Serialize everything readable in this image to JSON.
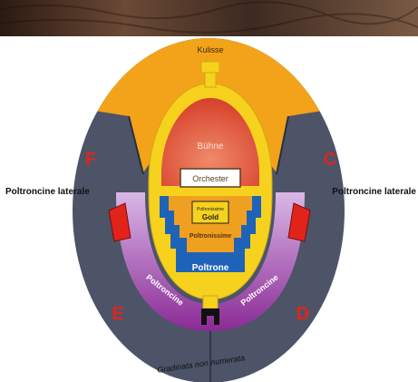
{
  "labels": {
    "kulisse": "Kulisse",
    "buehne": "Bühne",
    "orchester": "Orchester",
    "poltronissime_gold_line1": "Poltronissime",
    "poltronissime_gold_line2": "Gold",
    "poltronissime": "Poltronissime",
    "poltrone": "Poltrone",
    "poltroncine_left": "Poltroncine",
    "poltroncine_right": "Poltroncine",
    "poltroncine_laterale_left": "Poltroncine laterale",
    "poltroncine_laterale_right": "Poltroncine laterale",
    "sector_f": "F",
    "sector_c": "C",
    "sector_e": "E",
    "sector_d": "D",
    "gradinata": "Gradinata non numerata"
  },
  "colors": {
    "outer_dark": "#4d5468",
    "kulisse_orange": "#f3a31a",
    "ring_yellow": "#f6d21f",
    "stage_red": "#e8593c",
    "poltronissime_orange": "#f0a020",
    "poltrone_blue": "#1e63b8",
    "poltroncine_purple": "#9a3aa0",
    "sector_red": "#e2231a",
    "photo_brown": "#4a3226"
  }
}
